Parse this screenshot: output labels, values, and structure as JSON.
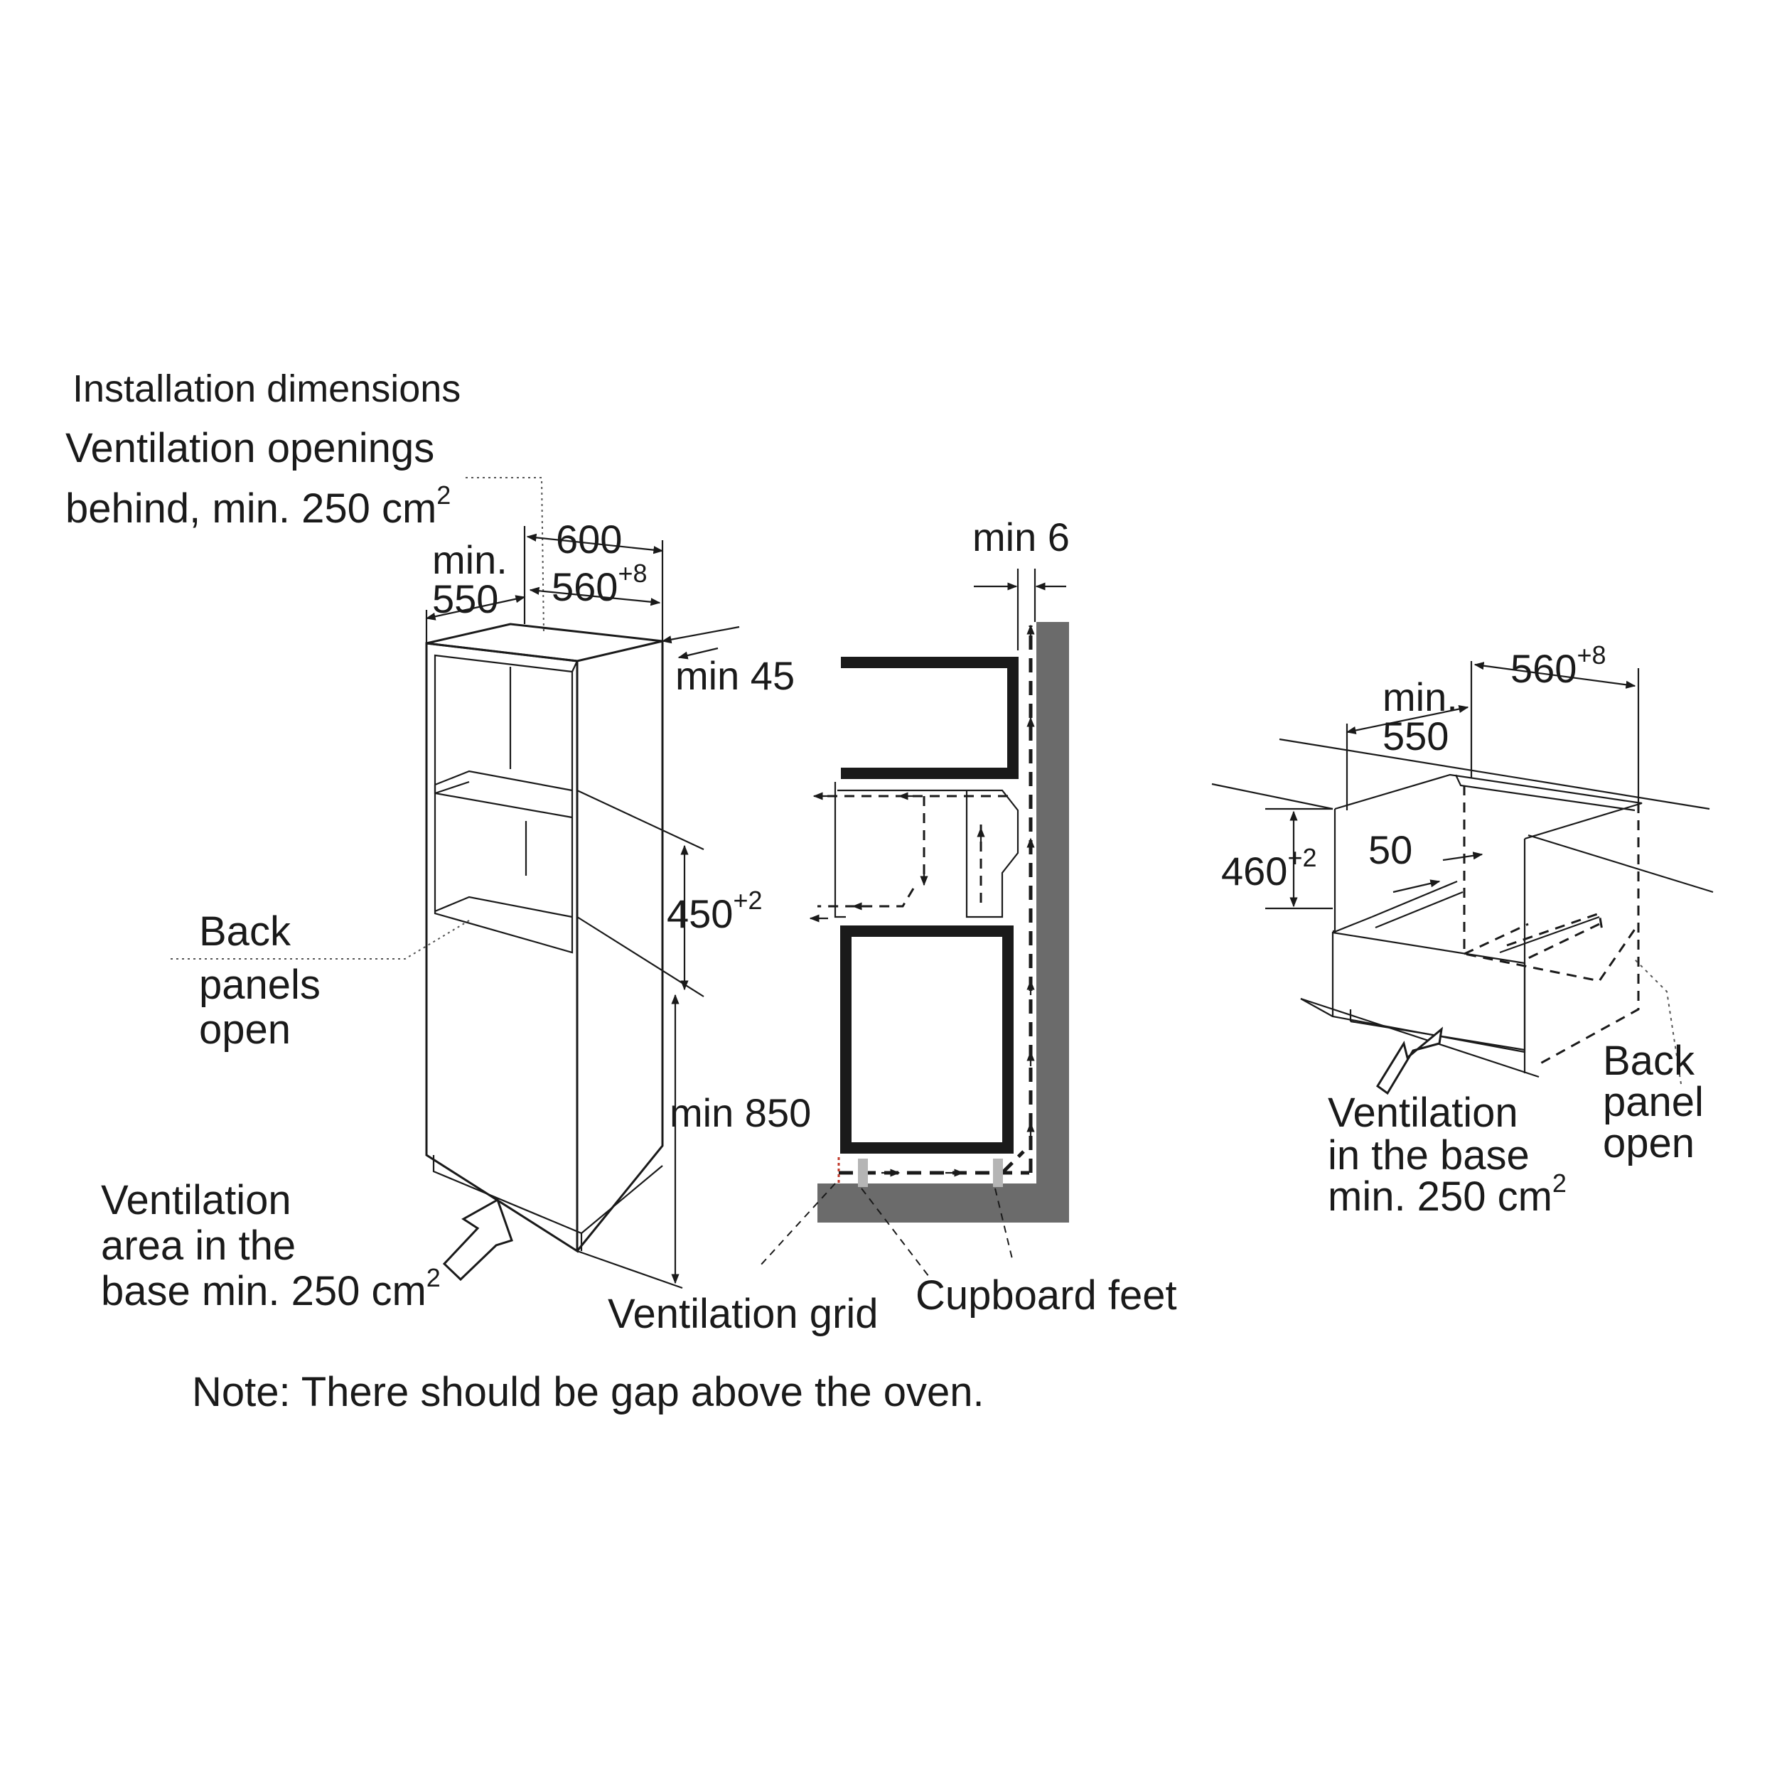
{
  "labels": {
    "title": "Installation dimensions",
    "vent_behind_1": "Ventilation openings",
    "vent_behind_2": "behind, min. 250 cm",
    "vent_behind_sup": "2",
    "back_panels_1": "Back",
    "back_panels_2": "panels",
    "back_panels_3": "open",
    "vent_area_1": "Ventilation",
    "vent_area_2": "area in the",
    "vent_area_3": "base min. 250 cm",
    "vent_area_sup": "2",
    "vent_grid": "Ventilation grid",
    "cupboard_feet": "Cupboard feet",
    "note": "Note: There should be gap above the oven.",
    "back_panel_r_1": "Back",
    "back_panel_r_2": "panel",
    "back_panel_r_3": "open",
    "vent_base_r_1": "Ventilation",
    "vent_base_r_2": "in the base",
    "vent_base_r_3": "min. 250 cm",
    "vent_base_r_sup": "2"
  },
  "dimensions": {
    "d600": "600",
    "min_1": "min.",
    "d550": "550",
    "d560": "560",
    "d560_sup": "+8",
    "min45": "min 45",
    "min6": "min 6",
    "d450": "450",
    "d450_sup": "+2",
    "min850": "min 850",
    "r_min_1": "min.",
    "r_550": "550",
    "r_560": "560",
    "r_560_sup": "+8",
    "r_460": "460",
    "r_460_sup": "+2",
    "r_50": "50"
  },
  "colors": {
    "line": "#1a1a1a",
    "wall": "#6b6b6b",
    "background": "#ffffff"
  }
}
